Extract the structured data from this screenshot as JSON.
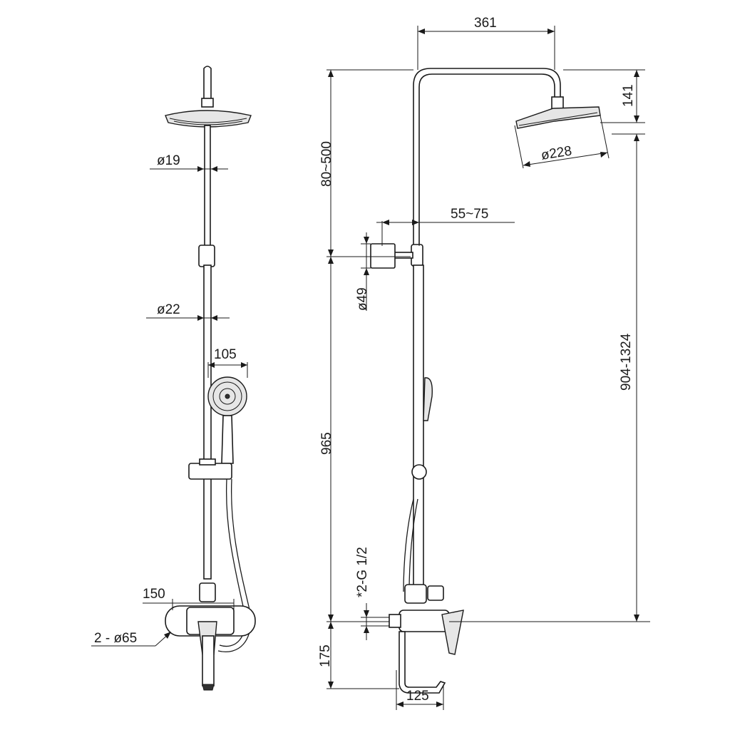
{
  "dimensions": {
    "front_head_pipe_dia": "ø19",
    "front_bar_dia": "ø22",
    "hand_shower_dia": "105",
    "mixer_center_distance": "150",
    "escutcheon_dia": "2 - ø65",
    "arm_reach": "361",
    "head_drop": "141",
    "head_dia": "ø228",
    "top_bracket_height": "80~500",
    "wall_bracket_offset": "55~75",
    "wall_bracket_dia": "ø49",
    "bar_height": "965",
    "total_height": "904-1324",
    "inlet_thread": "*2-G 1/2",
    "spout_height": "175",
    "spout_reach": "125"
  }
}
